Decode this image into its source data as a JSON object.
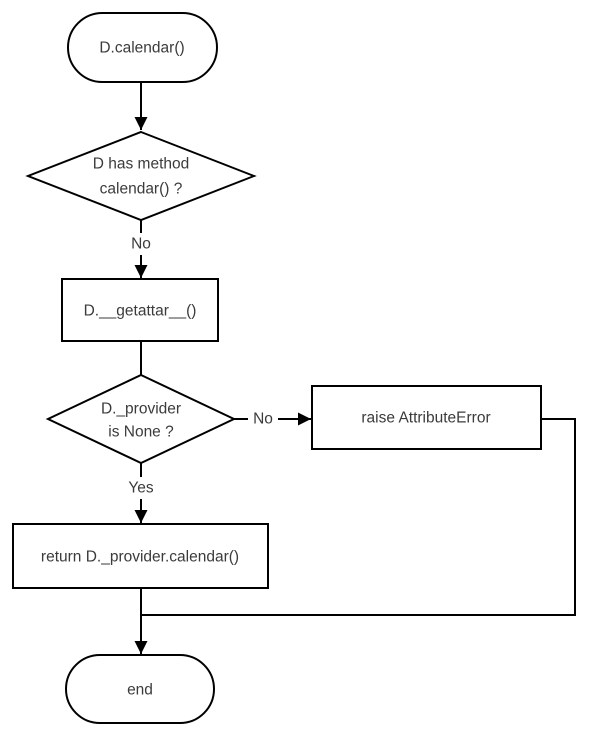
{
  "diagram": {
    "type": "flowchart",
    "background_color": "#ffffff",
    "colors": {
      "stroke": "#000000",
      "text": "#3b3b3b",
      "node_fill": "#ffffff"
    },
    "nodes": {
      "start": {
        "type": "terminator",
        "label": "D.calendar()"
      },
      "check_method": {
        "type": "decision",
        "label_line1": "D has method",
        "label_line2": "calendar() ?"
      },
      "getattr_call": {
        "type": "process",
        "label": "D.__getattar__()"
      },
      "check_provider": {
        "type": "decision",
        "label_line1": "D._provider",
        "label_line2": "is None ?"
      },
      "raise_error": {
        "type": "process",
        "label": "raise AttributeError"
      },
      "return_call": {
        "type": "process",
        "label": "return D._provider.calendar()"
      },
      "end": {
        "type": "terminator",
        "label": "end"
      }
    },
    "edge_labels": {
      "check_method_no": "No",
      "check_provider_no": "No",
      "check_provider_yes": "Yes"
    }
  }
}
